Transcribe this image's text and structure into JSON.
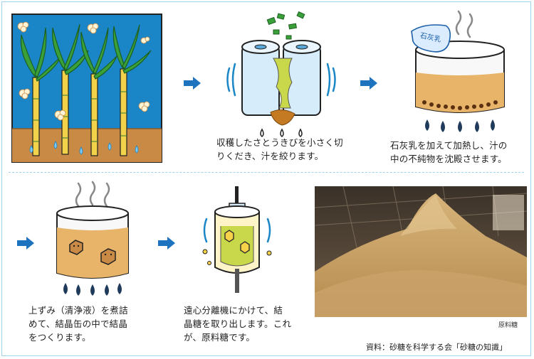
{
  "steps": [
    {
      "id": "harvest",
      "caption": ""
    },
    {
      "id": "juice",
      "caption": "収穫したさとうきびを小さく切\nりくだき、汁を絞ります。"
    },
    {
      "id": "purify",
      "caption": "石灰乳を加えて加熱し、汁の\n中の不純物を沈殿させます。"
    },
    {
      "id": "boil",
      "caption": "上ずみ（清浄液）を煮詰\nめて、結晶缶の中で結晶\nをつくります。"
    },
    {
      "id": "centrifuge",
      "caption": "遠心分離機にかけて、結\n晶糖を取り出します。これ\nが、原料糖です。"
    },
    {
      "id": "raw-sugar",
      "caption": ""
    }
  ],
  "lime_label": "石灰乳",
  "photo_caption": "原料糖",
  "source": "資料：砂糖を科学する会「砂糖の知識」",
  "colors": {
    "arrow": "#1e73be",
    "border": "#9fd3ee",
    "sky": "#1a86c8",
    "soil": "#c98a46",
    "juice": "#e8b46a"
  }
}
